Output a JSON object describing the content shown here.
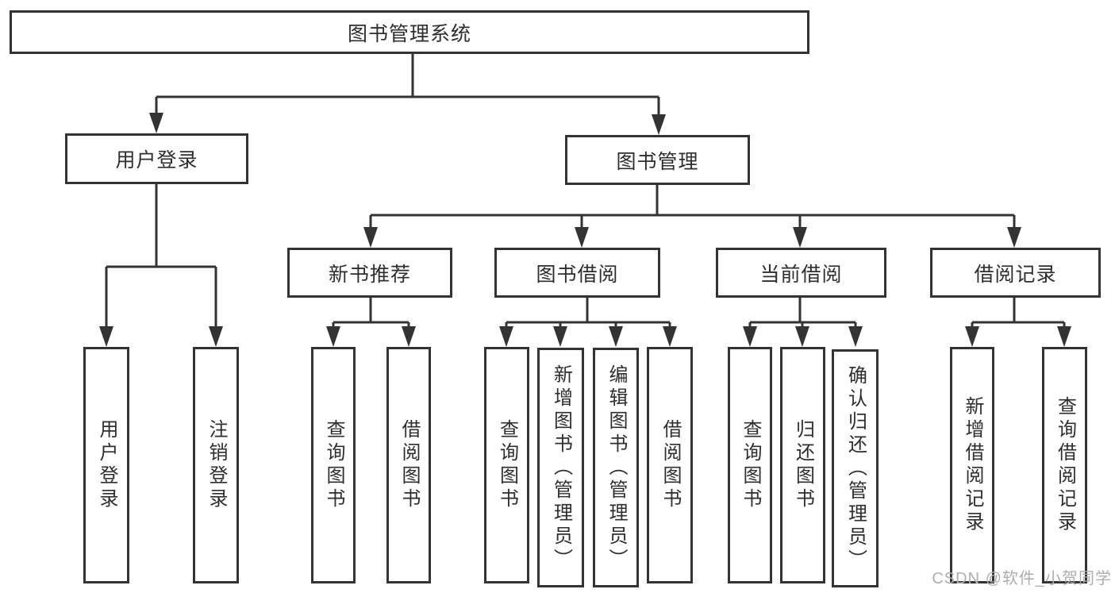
{
  "watermark": "CSDN @软件_小贺同学",
  "colors": {
    "line": "#333333",
    "text": "#2e2e2e",
    "background": "#ffffff",
    "watermark": "#aeaeae"
  },
  "tree": {
    "root": {
      "label": "图书管理系统"
    },
    "level2": [
      {
        "label": "用户登录"
      },
      {
        "label": "图书管理"
      }
    ],
    "level3": [
      {
        "label": "新书推荐",
        "parent": "图书管理"
      },
      {
        "label": "图书借阅",
        "parent": "图书管理"
      },
      {
        "label": "当前借阅",
        "parent": "图书管理"
      },
      {
        "label": "借阅记录",
        "parent": "图书管理"
      }
    ],
    "leaves": [
      {
        "label": "用户登录",
        "parent": "用户登录"
      },
      {
        "label": "注销登录",
        "parent": "用户登录"
      },
      {
        "label": "查询图书",
        "parent": "新书推荐"
      },
      {
        "label": "借阅图书",
        "parent": "新书推荐"
      },
      {
        "label": "查询图书",
        "parent": "图书借阅"
      },
      {
        "label": "新增图书（管理员）",
        "parent": "图书借阅"
      },
      {
        "label": "编辑图书（管理员）",
        "parent": "图书借阅"
      },
      {
        "label": "借阅图书",
        "parent": "图书借阅"
      },
      {
        "label": "查询图书",
        "parent": "当前借阅"
      },
      {
        "label": "归还图书",
        "parent": "当前借阅"
      },
      {
        "label": "确认归还（管理员）",
        "parent": "当前借阅"
      },
      {
        "label": "新增借阅记录",
        "parent": "借阅记录"
      },
      {
        "label": "查询借阅记录",
        "parent": "借阅记录"
      }
    ]
  }
}
